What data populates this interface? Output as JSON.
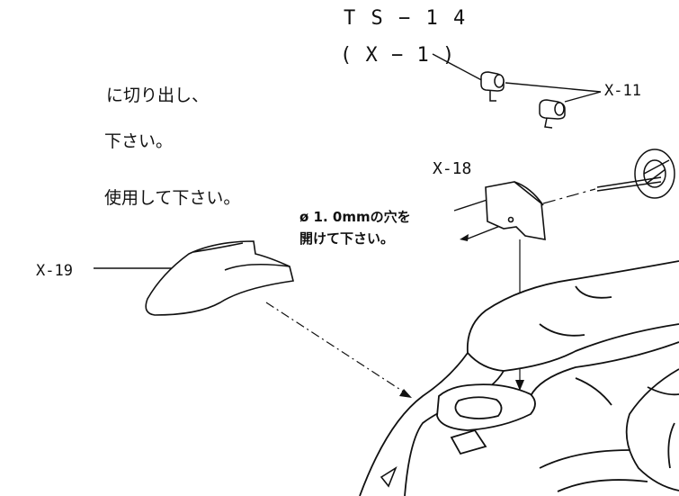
{
  "instructions": {
    "line1": "に切り出し、",
    "line2": "下さい。",
    "line3": "使用して下さい。"
  },
  "labels": {
    "ts14": "T S − 1 4",
    "x1": "( X − 1 )",
    "x11": "X-11",
    "x18": "X-18",
    "x19": "X-19",
    "hole_line1": "ø 1. 0mmの穴を",
    "hole_line2": "開けて下さい。"
  }
}
